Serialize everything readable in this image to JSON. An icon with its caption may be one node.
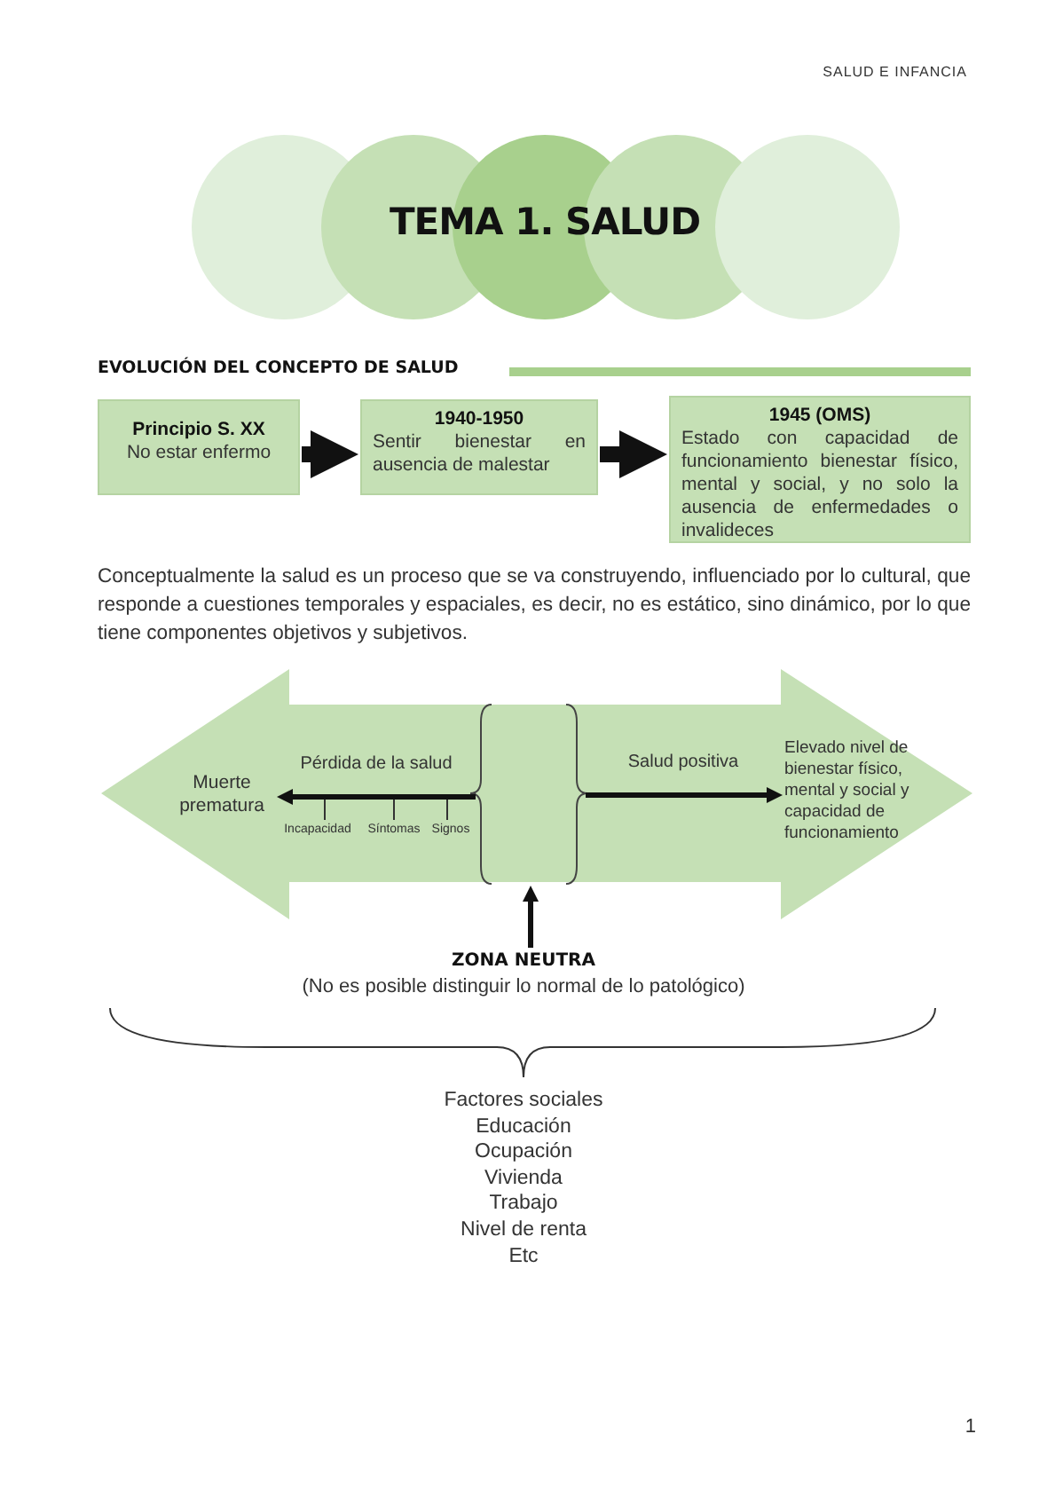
{
  "diagram": {
    "title": "TEMA 1. SALUD",
    "nodes": [
      {
        "text": [
          "Principio S. XX",
          "No estar enfermo"
        ]
      },
      {
        "text": [
          "1940-1950",
          "Sentir bienestar en ausencia de malestar"
        ]
      },
      {
        "text": [
          "1945 (OMS)",
          "Estado con capacidad de funcionamiento bienestar físico, mental y social, y no solo la ausencia de enfermedades o invalideces"
        ]
      },
      {
        "text": [],
        "shape": "arrow"
      },
      {
        "text": [
          "Muerte prematura"
        ],
        "in": 3
      },
      {
        "text": [],
        "shape": "brace",
        "in": 3
      },
      {
        "text": [
          "Elevado nivel de bienestar físico, mental y social y capacidad de funcionamiento"
        ],
        "in": 3
      },
      {
        "text": [
          "ZONA NEUTRA",
          "(No es posible distinguir lo normal de lo patológico)"
        ]
      }
    ],
    "edges": [
      {
        "from": 0,
        "to": 1,
        "arrow": "to",
        "style": "thick"
      },
      {
        "from": 1,
        "to": 2,
        "arrow": "to",
        "style": "thick"
      },
      {
        "from": 5,
        "to": 4,
        "arrow": "to",
        "label": "Pérdida de la salud"
      },
      {
        "from": 5,
        "to": 6,
        "arrow": "to",
        "label": "Salud positiva"
      },
      {
        "from": 7,
        "to": 5,
        "arrow": "to"
      }
    ],
    "labels": [
      "SALUD E INFANCIA",
      "EVOLUCIÓN DEL CONCEPTO DE SALUD",
      "Conceptualmente la salud es un proceso que se va construyendo, influenciado por lo cultural, que responde a cuestiones temporales y espaciales, es decir, no es estático, sino dinámico, por lo que tiene componentes objetivos y subjetivos.",
      "Incapacidad",
      "Síntomas",
      "Signos",
      "Factores sociales",
      "Educación",
      "Ocupación",
      "Vivienda",
      "Trabajo",
      "Nivel de renta",
      "Etc",
      "1"
    ]
  }
}
